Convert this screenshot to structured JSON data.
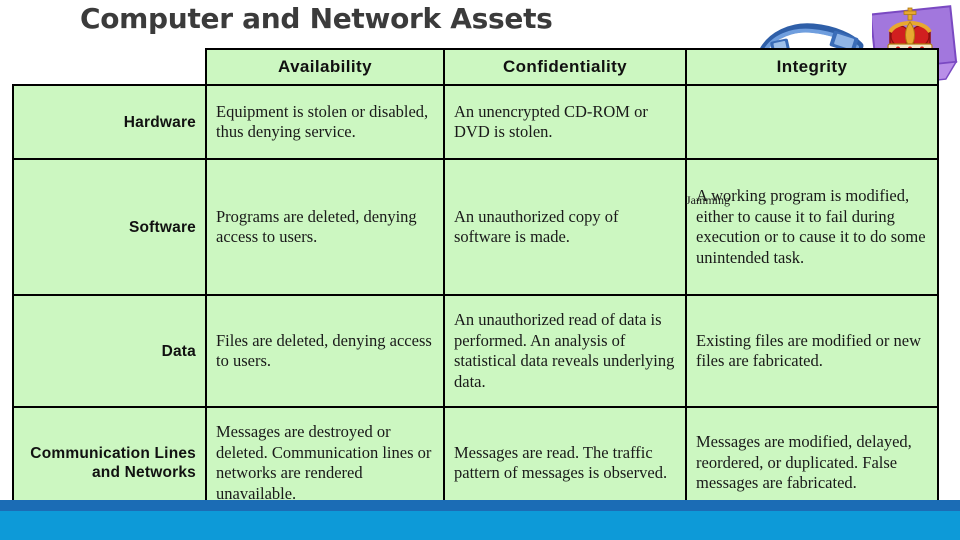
{
  "slide": {
    "title": "Computer and Network Assets",
    "stray_label": "Jamming"
  },
  "table": {
    "corner_label": "",
    "columns": [
      {
        "key": "availability",
        "label": "Availability"
      },
      {
        "key": "confidentiality",
        "label": "Confidentiality"
      },
      {
        "key": "integrity",
        "label": "Integrity"
      }
    ],
    "rows": [
      {
        "asset": "Hardware",
        "availability": "Equipment is stolen or disabled, thus denying service.",
        "confidentiality": "An unencrypted CD-ROM or DVD is stolen.",
        "integrity": ""
      },
      {
        "asset": "Software",
        "availability": "Programs are deleted, denying access to users.",
        "confidentiality": "An unauthorized copy of software is made.",
        "integrity": "A working program is modified, either to cause it to fail during execution or to cause it to do some unintended task."
      },
      {
        "asset": "Data",
        "availability": "Files are deleted, denying access to users.",
        "confidentiality": "An unauthorized read of data is performed. An analysis of statistical data reveals underlying data.",
        "integrity": "Existing files are modified or new files are fabricated."
      },
      {
        "asset": "Communication Lines and Networks",
        "availability": "Messages are destroyed or deleted. Communication lines or networks are rendered unavailable.",
        "confidentiality": "Messages are read. The traffic pattern of messages is observed.",
        "integrity": "Messages are modified, delayed, reordered, or duplicated. False messages are fabricated."
      }
    ]
  },
  "clipart": {
    "cable_name": "network-cable-image",
    "crown_name": "crown-image"
  },
  "colors": {
    "cell_fill": "#ccf7c1",
    "cell_border": "#000000",
    "title_text": "#3b3b3b",
    "footer_dark": "#1b6cb5",
    "footer_light": "#0d9ad8",
    "crown_card": "#9b6fd4",
    "crown_body": "#cc1f1f",
    "crown_gold": "#e8a830"
  }
}
